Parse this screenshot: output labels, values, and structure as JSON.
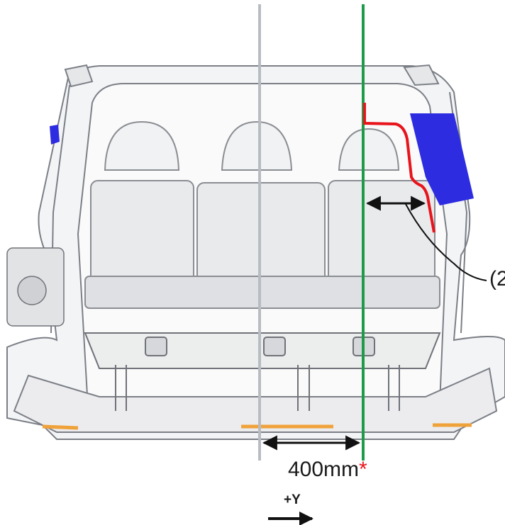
{
  "diagram": {
    "offset_dimension": {
      "value": "400mm",
      "note_mark": "*"
    },
    "axis": {
      "label": "+Y",
      "direction": "right"
    },
    "callout": {
      "text": "(2"
    },
    "colors": {
      "centerline": "#b8bcc2",
      "reference_line": "#1e9b4a",
      "profile_line": "#e8141c",
      "highlight_panel": "#2d2ce0",
      "underbody_trim": "#f0a23a",
      "dimension_arrow": "#111111",
      "body_line": "#7b7f86"
    }
  }
}
